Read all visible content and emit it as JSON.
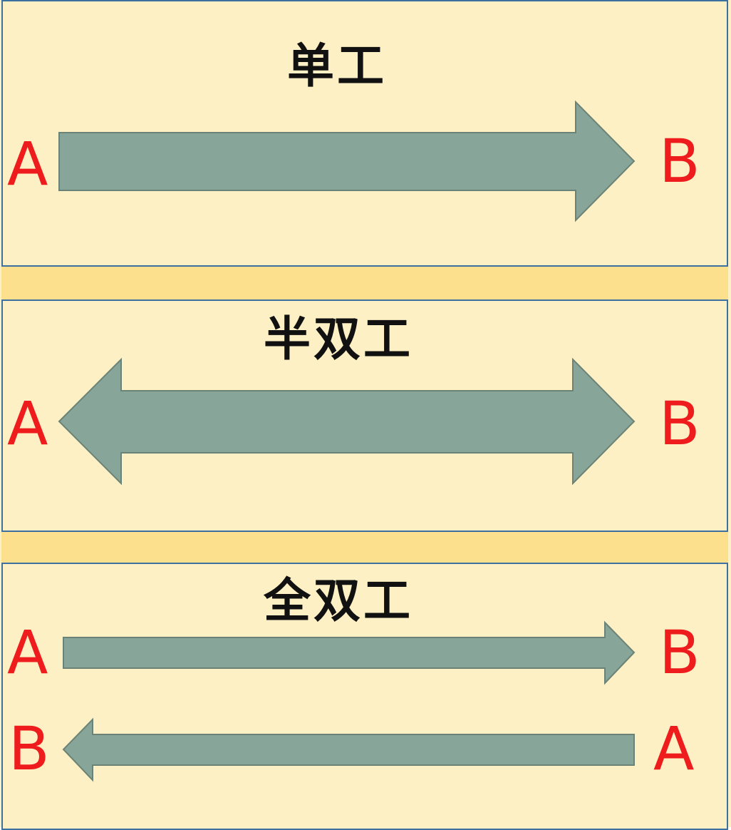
{
  "colors": {
    "panel_bg": "#fdf0c4",
    "separator_bg": "#fde08e",
    "border": "#3e6fa1",
    "arrow_fill": "#88a599",
    "node_label": "#ee1c1c",
    "title_text": "#111111"
  },
  "sections": {
    "simplex": {
      "title": "单工",
      "left_node": "A",
      "right_node": "B",
      "direction": "left-to-right"
    },
    "half_duplex": {
      "title": "半双工",
      "left_node": "A",
      "right_node": "B",
      "direction": "bidirectional"
    },
    "full_duplex": {
      "title": "全双工",
      "top_left_node": "A",
      "top_right_node": "B",
      "top_direction": "left-to-right",
      "bottom_left_node": "B",
      "bottom_right_node": "A",
      "bottom_direction": "right-to-left"
    }
  }
}
